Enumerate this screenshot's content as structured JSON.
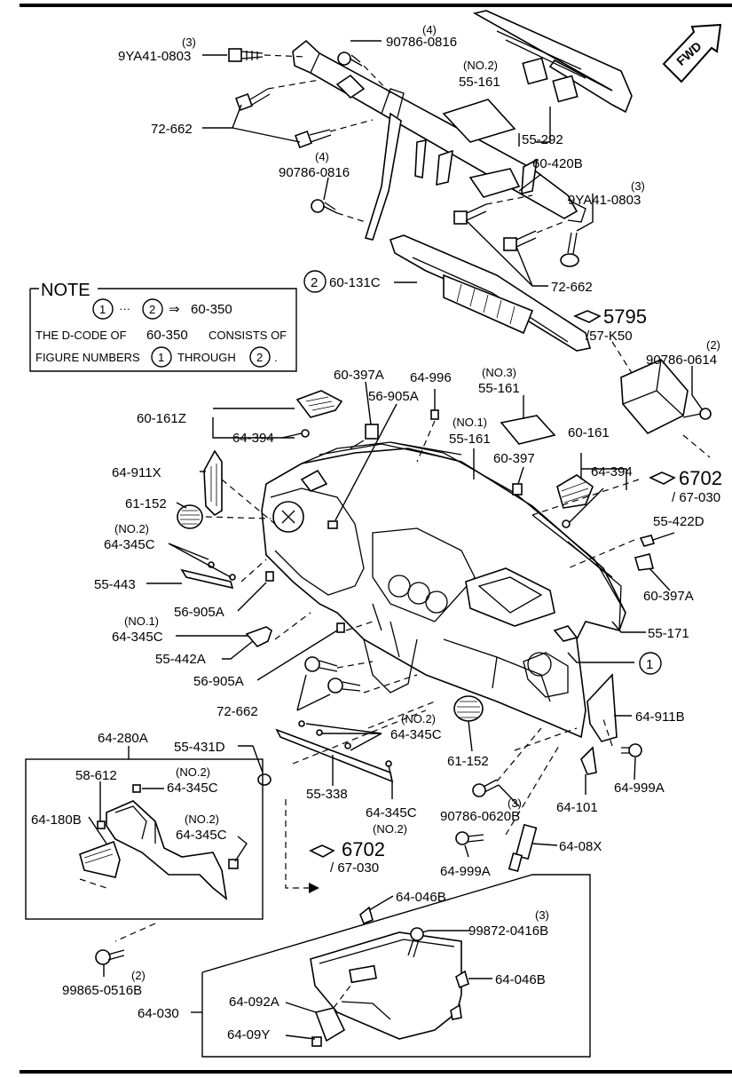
{
  "fwd": "FWD",
  "note": {
    "title": "NOTE",
    "range_from": "1",
    "dots": "···",
    "range_to": "2",
    "arrow": "⇒",
    "range_code": "60-350",
    "line1_a": "THE D-CODE OF",
    "line1_b": "60-350",
    "line1_c": "CONSISTS OF",
    "line2_a": "FIGURE NUMBERS",
    "line2_b": "1",
    "line2_c": "THROUGH",
    "line2_d": "2",
    "line2_e": "."
  },
  "labels": {
    "bolt_9ya41_left_qty": "(3)",
    "bolt_9ya41_left": "9YA41-0803",
    "clip_90786_top_qty": "(4)",
    "clip_90786_top": "90786-0816",
    "pad_55161_no2_tag": "(NO.2)",
    "pad_55161_no2": "55-161",
    "bolt_72662_top": "72-662",
    "clip_90786_mid_qty": "(4)",
    "clip_90786_mid": "90786-0816",
    "seal_55292": "55-292",
    "member_60420b": "60-420B",
    "bolt_9ya41_right_qty": "(3)",
    "bolt_9ya41_right": "9YA41-0803",
    "cover_60131c_num": "2",
    "cover_60131c": "60-131C",
    "bolt_72662_right": "72-662",
    "ref_5795": "5795",
    "ref_57k50": "/57-K50",
    "clip_90786_0614_qty": "(2)",
    "clip_90786_0614": "90786-0614",
    "bracket_60397a_top": "60-397A",
    "clip_64996": "64-996",
    "pad_55161_no3_tag": "(NO.3)",
    "pad_55161_no3": "55-161",
    "trim_56905a_top": "56-905A",
    "vent_60161z": "60-161Z",
    "clip_64394_left": "64-394",
    "pad_55161_no1_tag": "(NO.1)",
    "pad_55161_no1": "55-161",
    "vent_60161": "60-161",
    "bracket_60397": "60-397",
    "clip_64394_right": "64-394",
    "ref_6702_right": "6702",
    "ref_67030_right": "/ 67-030",
    "panel_64911x": "64-911X",
    "vent_61152_left": "61-152",
    "bracket_64345c_no2_tag": "(NO.2)",
    "bracket_64345c_no2": "64-345C",
    "sensor_55422d": "55-422D",
    "cover_55443": "55-443",
    "bracket_60397a_right": "60-397A",
    "trim_56905a_mid": "56-905A",
    "bracket_64345c_no1_tag": "(NO.1)",
    "bracket_64345c_no1": "64-345C",
    "panel_55171": "55-171",
    "cover_55442a": "55-442A",
    "ref_circle_1": "1",
    "trim_56905a_low": "56-905A",
    "bolt_72662_low": "72-662",
    "panel_64911b": "64-911B",
    "bracket_64345c_mid_tag": "(NO.2)",
    "bracket_64345c_mid": "64-345C",
    "box_64280a": "64-280A",
    "cover_55431d": "55-431D",
    "vent_61152_right": "61-152",
    "screw_64999a_right": "64-999A",
    "box_58612": "58-612",
    "box_64345c_a_tag": "(NO.2)",
    "box_64345c_a": "64-345C",
    "box_64180b": "64-180B",
    "box_64345c_b_tag": "(NO.2)",
    "box_64345c_b": "64-345C",
    "cover_55338": "55-338",
    "bracket_64345c_low": "64-345C",
    "bracket_64345c_low_tag": "(NO.2)",
    "clip_90786_0620_qty": "(3)",
    "clip_90786_0620": "90786-0620B",
    "bracket_64101": "64-101",
    "ref_6702_low": "6702",
    "ref_67030_low": "/ 67-030",
    "screw_64999a_low": "64-999A",
    "damper_6408x": "64-08X",
    "screw_99865_qty": "(2)",
    "screw_99865": "99865-0516B",
    "glove_64046b_top": "64-046B",
    "screw_99872_qty": "(3)",
    "screw_99872": "99872-0416B",
    "glove_64046b_right": "64-046B",
    "glove_64030": "64-030",
    "glove_64092a": "64-092A",
    "glove_6409y": "64-09Y"
  }
}
